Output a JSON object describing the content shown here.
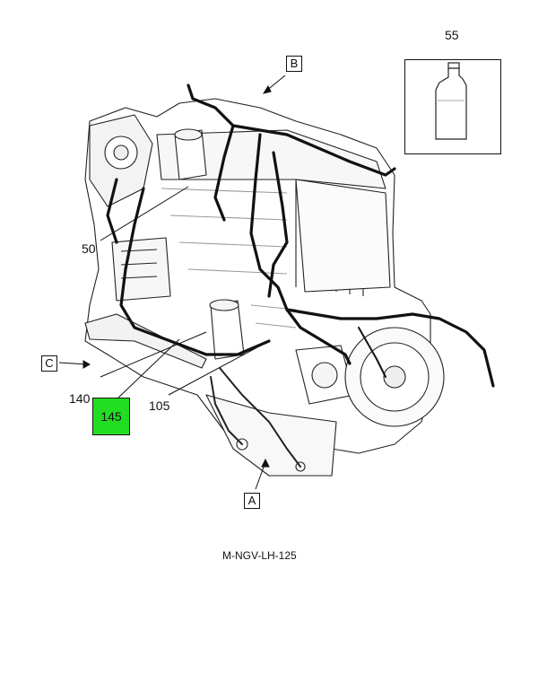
{
  "diagram": {
    "callouts": {
      "c55": "55",
      "c50": "50",
      "c140": "140",
      "c145": "145",
      "c105": "105"
    },
    "view_labels": {
      "a": "A",
      "b": "B",
      "c": "C"
    },
    "highlight_color": "#22dd22",
    "figure_code": "M-NGV-LH-125"
  }
}
